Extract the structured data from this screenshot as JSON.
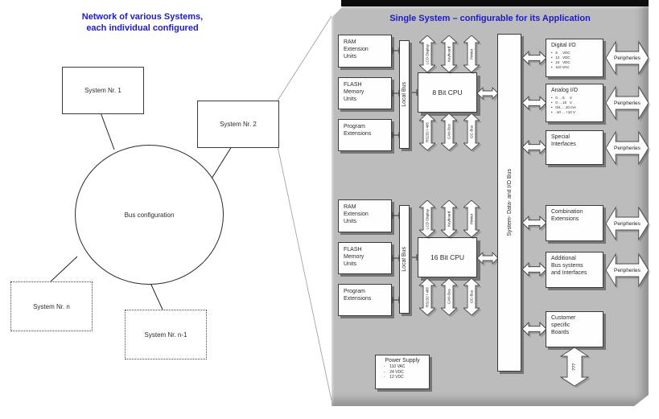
{
  "left": {
    "title": "Network of various Systems,\neach individual configured",
    "bus_label": "Bus configuration",
    "system1": "System Nr. 1",
    "system2": "System Nr. 2",
    "system_n": "System Nr. n",
    "system_n1": "System Nr. n-1"
  },
  "panel": {
    "title": "Single System – configurable for its Application",
    "system_bus_label": "System- Data- and I/O Bus",
    "peripheries_label": "Peripheries",
    "unknown_label": "???",
    "groups": [
      {
        "cpu": "8 Bit CPU",
        "local_bus": "Local Bus",
        "ram": "RAM\nExtension\nUnits",
        "flash": "FLASH\nMemory\nUnits",
        "program": "Program\nExtensions",
        "top_arrows": [
          "LCD Display",
          "Keyboard",
          "Printer"
        ],
        "bottom_arrows": [
          "RS232 / 485",
          "CAN-Bus",
          "I2C-Bus"
        ]
      },
      {
        "cpu": "16 Bit CPU",
        "local_bus": "Local Bus",
        "ram": "RAM\nExtension\nUnits",
        "flash": "FLASH\nMemory\nUnits",
        "program": "Program\nExtensions",
        "top_arrows": [
          "LCD Display",
          "Keyboard",
          "Printer"
        ],
        "bottom_arrows": [
          "RS232 / 485",
          "CAN-Bus",
          "I2C-Bus"
        ]
      }
    ],
    "io_boxes": [
      {
        "title": "Digital I/O",
        "items": "•   5     VDC\n•   12   VDC\n•   24   VDC\n•   110 VAC"
      },
      {
        "title": "Analog I/O",
        "items": "•   0 ... 5     V\n•   0 ... 10   V\n•   0/4 ... 20 mA\n•   -10 ... +10 V"
      },
      {
        "title": "Special\nInterfaces",
        "items": ""
      },
      {
        "title": "Combination\nExtensions",
        "items": ""
      },
      {
        "title": "Additional\nBus systems\nand Interfaces",
        "items": ""
      },
      {
        "title": "Customer\nspecific\nBoards",
        "items": ""
      }
    ],
    "power_supply": {
      "title": "Power Supply",
      "items": "-    110 VAC\n-    24 VDC\n-    12 VDC"
    }
  }
}
